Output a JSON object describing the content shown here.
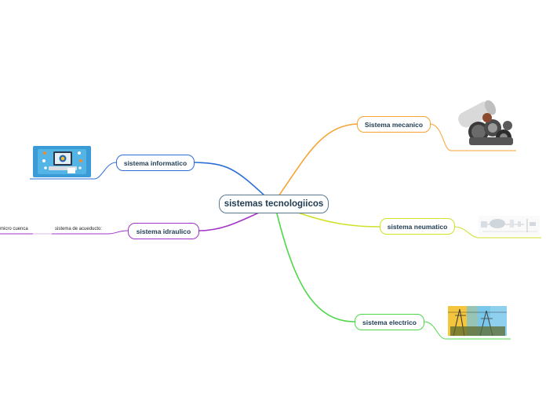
{
  "central": {
    "label": "sistemas tecnologiicos"
  },
  "branches": {
    "mecanico": {
      "label": "Sistema mecanico",
      "color": "#f7a233"
    },
    "informatico": {
      "label": "sistema informatico",
      "color": "#2c6fd8"
    },
    "neumatico": {
      "label": "sistema neumatico",
      "color": "#cfe128"
    },
    "idraulico": {
      "label": "sistema idraulico",
      "color": "#a335c9"
    },
    "electrico": {
      "label": "sistema electrico",
      "color": "#4fd84a"
    }
  },
  "idraulico_children": {
    "acueducto": "sistema de acueducto:",
    "cuenca": "micro cuenca"
  },
  "images": {
    "mecanico": "gears-image",
    "informatico": "computer-network-image",
    "neumatico": "pneumatic-diagram-image",
    "electrico": "power-station-image"
  }
}
